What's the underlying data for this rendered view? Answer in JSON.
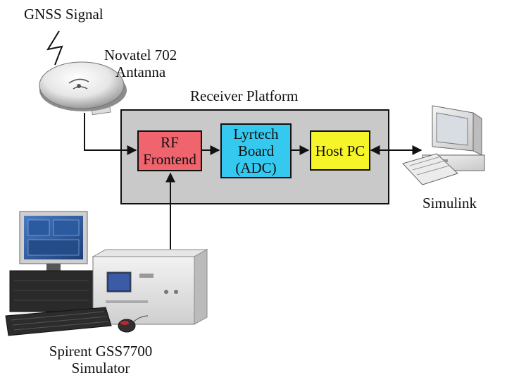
{
  "labels": {
    "gnss_signal": "GNSS Signal",
    "antenna_line1": "Novatel 702",
    "antenna_line2": "Antanna",
    "receiver_platform": "Receiver Platform",
    "simulink": "Simulink",
    "simulator_line1": "Spirent GSS7700",
    "simulator_line2": "Simulator"
  },
  "blocks": {
    "rf_frontend": {
      "line1": "RF",
      "line2": "Frontend",
      "color": "#f0646e"
    },
    "lyrtech": {
      "line1": "Lyrtech",
      "line2": "Board",
      "line3": "(ADC)",
      "color": "#35c9f0"
    },
    "host_pc": {
      "line1": "Host PC",
      "color": "#f5f52a"
    }
  },
  "colors": {
    "platform_fill": "#c9c9c9",
    "line": "#111111"
  },
  "icons": [
    "lightning-signal-icon",
    "gnss-antenna-icon",
    "desktop-computer-icon",
    "simulator-workstation-icon"
  ]
}
